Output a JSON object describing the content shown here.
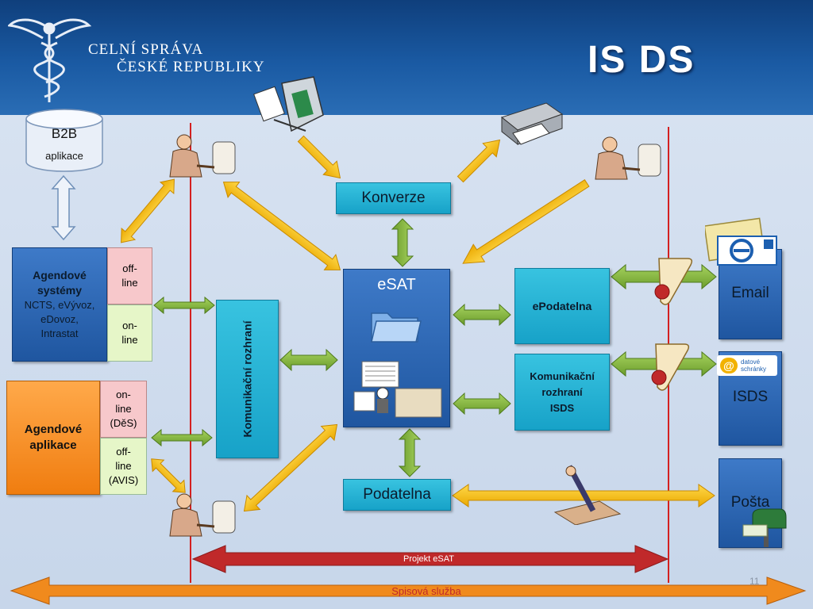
{
  "header": {
    "org_line1": "CELNÍ SPRÁVA",
    "org_line2": "ČESKÉ REPUBLIKY",
    "title": "IS DS"
  },
  "nodes": {
    "b2b": {
      "title": "B2B",
      "subtitle": "aplikace"
    },
    "konverze": "Konverze",
    "esat": "eSAT",
    "podatelna": "Podatelna",
    "epodatelna": "ePodatelna",
    "kom_isds": [
      "Komunikační",
      "rozhraní",
      "ISDS"
    ],
    "kom_rozhrani": "Komunikační rozhraní",
    "email": "Email",
    "isds": "ISDS",
    "posta": "Pošta",
    "datove_schranky": [
      "datové",
      "schránky"
    ],
    "agendove_systemy": {
      "title_line1": "Agendové",
      "title_line2": "systémy",
      "detail": [
        "NCTS, eVývoz,",
        "eDovoz,",
        "Intrastat"
      ],
      "offline": [
        "off-",
        "line"
      ],
      "online": [
        "on-",
        "line"
      ]
    },
    "agendove_aplikace": {
      "title_line1": "Agendové",
      "title_line2": "aplikace",
      "online": [
        "on-",
        "line",
        "(DěS)"
      ],
      "offline": [
        "off-",
        "line",
        "(AVIS)"
      ]
    }
  },
  "bottom": {
    "projekt": "Projekt eSAT",
    "spisova": "Spisová služba",
    "slide_number": "11"
  },
  "colors": {
    "header": "#1a5aa3",
    "teal": "#17a2c8",
    "blue": "#1f56a0",
    "orange_box": "#f7891f",
    "arrow_yellow": "#f5b800",
    "arrow_green": "#7fb03a",
    "red_line": "#d42020",
    "bar_red": "#c0292a",
    "bar_orange": "#f08a1d"
  }
}
